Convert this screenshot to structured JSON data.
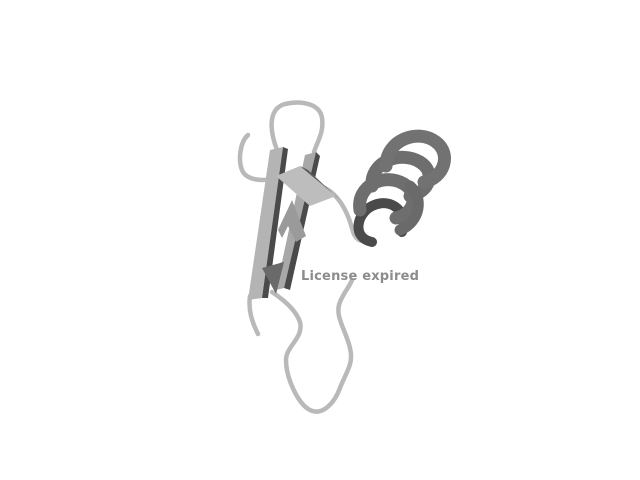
{
  "viewer": {
    "watermark_text": "License expired"
  },
  "structure": {
    "style": "cartoon",
    "elements": [
      "beta-strand",
      "alpha-helix",
      "loop"
    ],
    "colors": {
      "background": "#ffffff",
      "strand_light": "#b4b4b4",
      "strand_dark": "#4a4a4a",
      "helix_front": "#6e6e6e",
      "helix_back": "#4a4a4a",
      "loop": "#b9b9b9",
      "watermark": "#8c8c8c"
    }
  }
}
